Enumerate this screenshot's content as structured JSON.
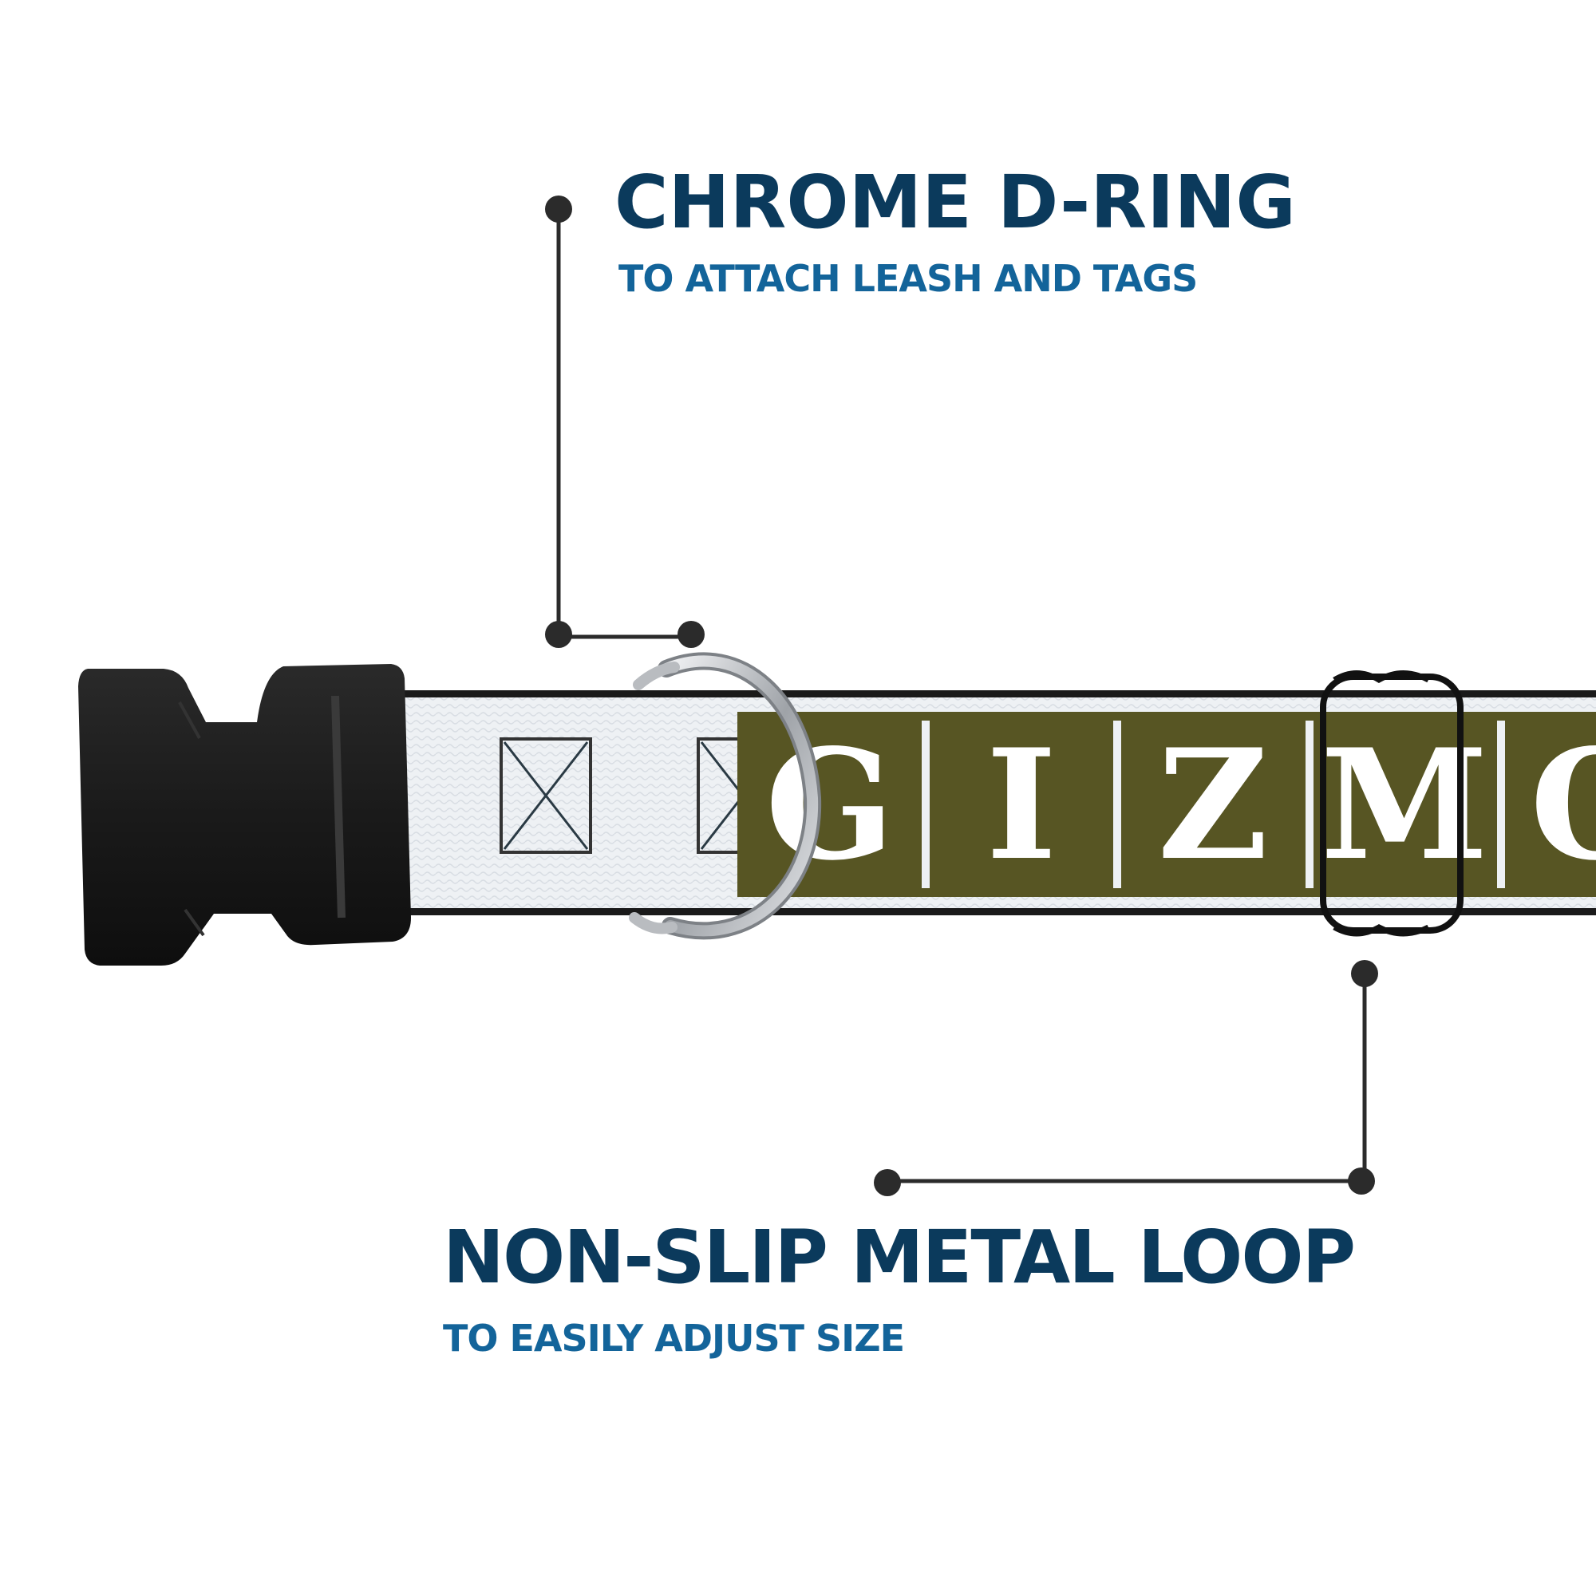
{
  "callouts": {
    "d_ring": {
      "title": "CHROME D-RING",
      "subtitle": "TO ATTACH LEASH AND TAGS"
    },
    "metal_loop": {
      "title": "NON-SLIP METAL LOOP",
      "subtitle": "TO EASILY ADJUST SIZE"
    }
  },
  "collar": {
    "name_letters": [
      "G",
      "I",
      "Z",
      "M",
      "O"
    ],
    "webbing_color": "#eef1f4",
    "print_color": "#575523",
    "letter_color": "#ffffff",
    "buckle_color": "#1c1c1c",
    "ring_color": "#c9ccd0",
    "loop_color": "#111111"
  },
  "colors": {
    "title": "#0b3a5c",
    "subtitle": "#13649a",
    "leader_line": "#2b2b2b"
  },
  "icons": [
    "buckle-icon",
    "d-ring-icon",
    "slide-loop-icon",
    "stitch-box-icon"
  ]
}
